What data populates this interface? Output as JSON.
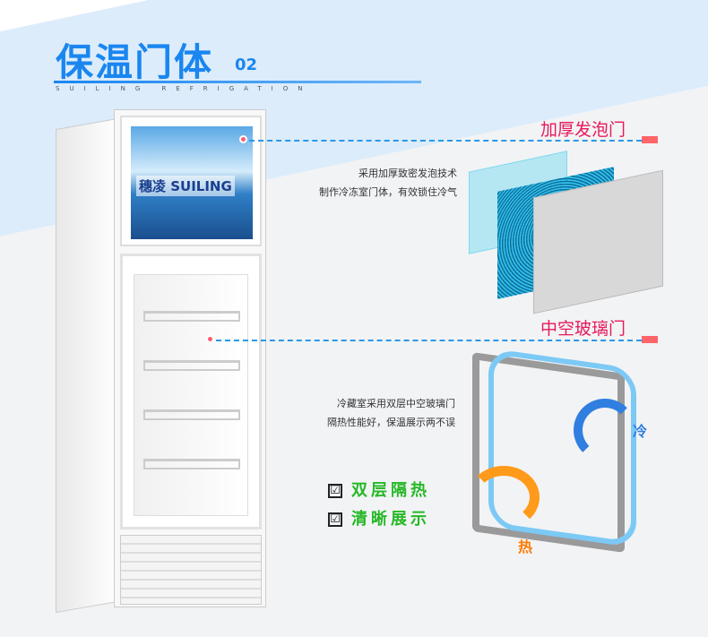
{
  "header": {
    "title": "保温门体",
    "number": "02",
    "subtitle": "SUILING REFRIGATION"
  },
  "product": {
    "brand_logo": "穗凌 SUILING"
  },
  "features": [
    {
      "title": "加厚发泡门",
      "desc": [
        "采用加厚致密发泡技术",
        "制作冷冻室门体，有效锁住冷气"
      ]
    },
    {
      "title": "中空玻璃门",
      "desc": [
        "冷藏室采用双层中空玻璃门",
        "隔热性能好，保温展示两不误"
      ]
    }
  ],
  "checks": [
    {
      "mark": "☑",
      "label": "双层隔热"
    },
    {
      "mark": "☑",
      "label": "清晰展示"
    }
  ],
  "diagram_labels": {
    "cold": "冷",
    "hot": "热"
  },
  "colors": {
    "accent": "#1a86f0",
    "highlight": "#e8195a",
    "check": "#26b826"
  }
}
